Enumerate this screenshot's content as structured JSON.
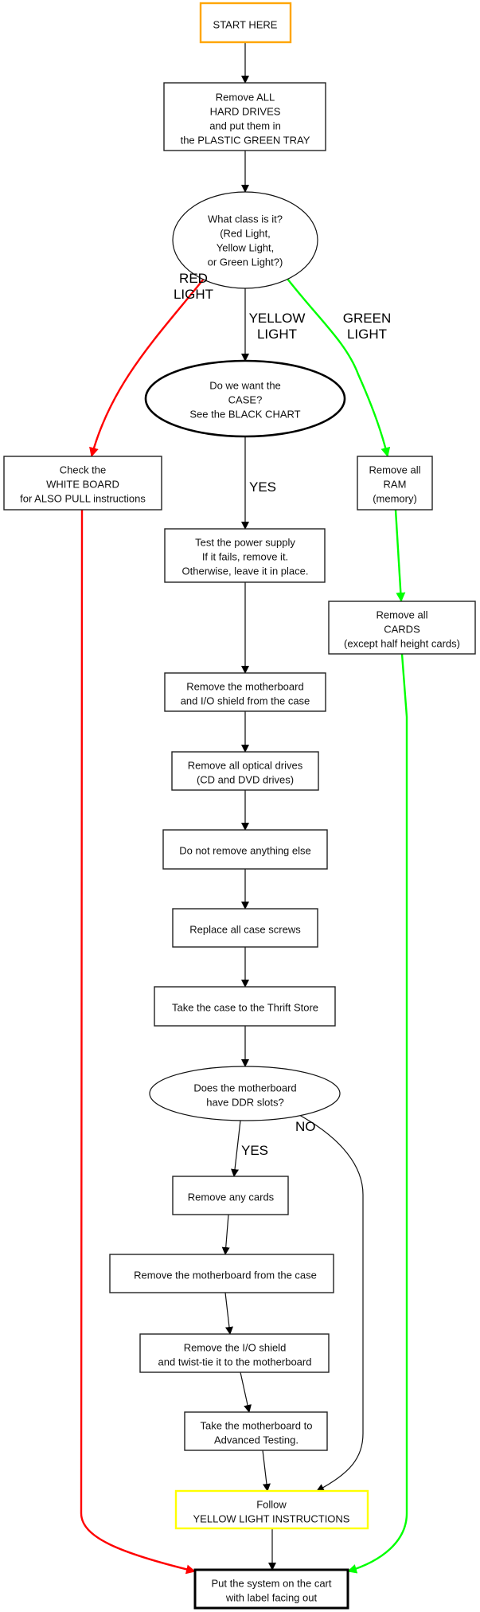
{
  "diagram": {
    "title": "Computer teardown flowchart",
    "colors": {
      "start_border": "#ffa500",
      "yellow_border": "#ffff00",
      "red_edge": "#ff0000",
      "green_edge": "#00ff00",
      "default_edge": "#444444"
    },
    "nodes": {
      "start": {
        "lines": [
          "START HERE"
        ]
      },
      "hard_drives": {
        "lines": [
          "Remove ALL",
          "HARD DRIVES",
          "and put them in",
          "the PLASTIC GREEN TRAY"
        ]
      },
      "class_question": {
        "lines": [
          "What class is it?",
          "(Red Light,",
          "Yellow Light,",
          "or Green Light?)"
        ]
      },
      "want_case": {
        "lines": [
          "Do we want the",
          "CASE?",
          "See the BLACK CHART"
        ]
      },
      "white_board": {
        "lines": [
          "Check the",
          "WHITE BOARD",
          "for ALSO PULL instructions"
        ]
      },
      "remove_ram": {
        "lines": [
          "Remove all",
          "RAM",
          "(memory)"
        ]
      },
      "power_supply": {
        "lines": [
          "Test the power supply",
          "If it fails, remove it.",
          "Otherwise, leave it in place."
        ]
      },
      "remove_cards_green": {
        "lines": [
          "Remove all",
          "CARDS",
          "(except half height cards)"
        ]
      },
      "mb_io_shield": {
        "lines": [
          "Remove the motherboard",
          "and I/O shield from the case"
        ]
      },
      "optical": {
        "lines": [
          "Remove all optical drives",
          "(CD and DVD drives)"
        ]
      },
      "nothing_else": {
        "lines": [
          "Do not remove anything else"
        ]
      },
      "case_screws": {
        "lines": [
          "Replace all case screws"
        ]
      },
      "thrift_store": {
        "lines": [
          "Take the case to the Thrift Store"
        ]
      },
      "ddr_question": {
        "lines": [
          "Does the motherboard",
          "have DDR slots?"
        ]
      },
      "remove_any_cards": {
        "lines": [
          "Remove any cards"
        ]
      },
      "mb_from_case": {
        "lines": [
          "Remove the motherboard from the case"
        ]
      },
      "io_shield_tie": {
        "lines": [
          "Remove the I/O shield",
          "and twist-tie it to the motherboard"
        ]
      },
      "advanced_testing": {
        "lines": [
          "Take the motherboard to",
          "Advanced Testing."
        ]
      },
      "yellow_instructions": {
        "lines": [
          "Follow",
          "YELLOW LIGHT INSTRUCTIONS"
        ]
      },
      "cart": {
        "lines": [
          "Put the system on the cart",
          "with label facing out"
        ]
      }
    },
    "edge_labels": {
      "red": [
        "RED",
        "LIGHT"
      ],
      "yellow": [
        "YELLOW",
        "LIGHT"
      ],
      "green": [
        "GREEN",
        "LIGHT"
      ],
      "case_yes": [
        "YES"
      ],
      "ddr_yes": [
        "YES"
      ],
      "ddr_no": [
        "NO"
      ]
    }
  }
}
